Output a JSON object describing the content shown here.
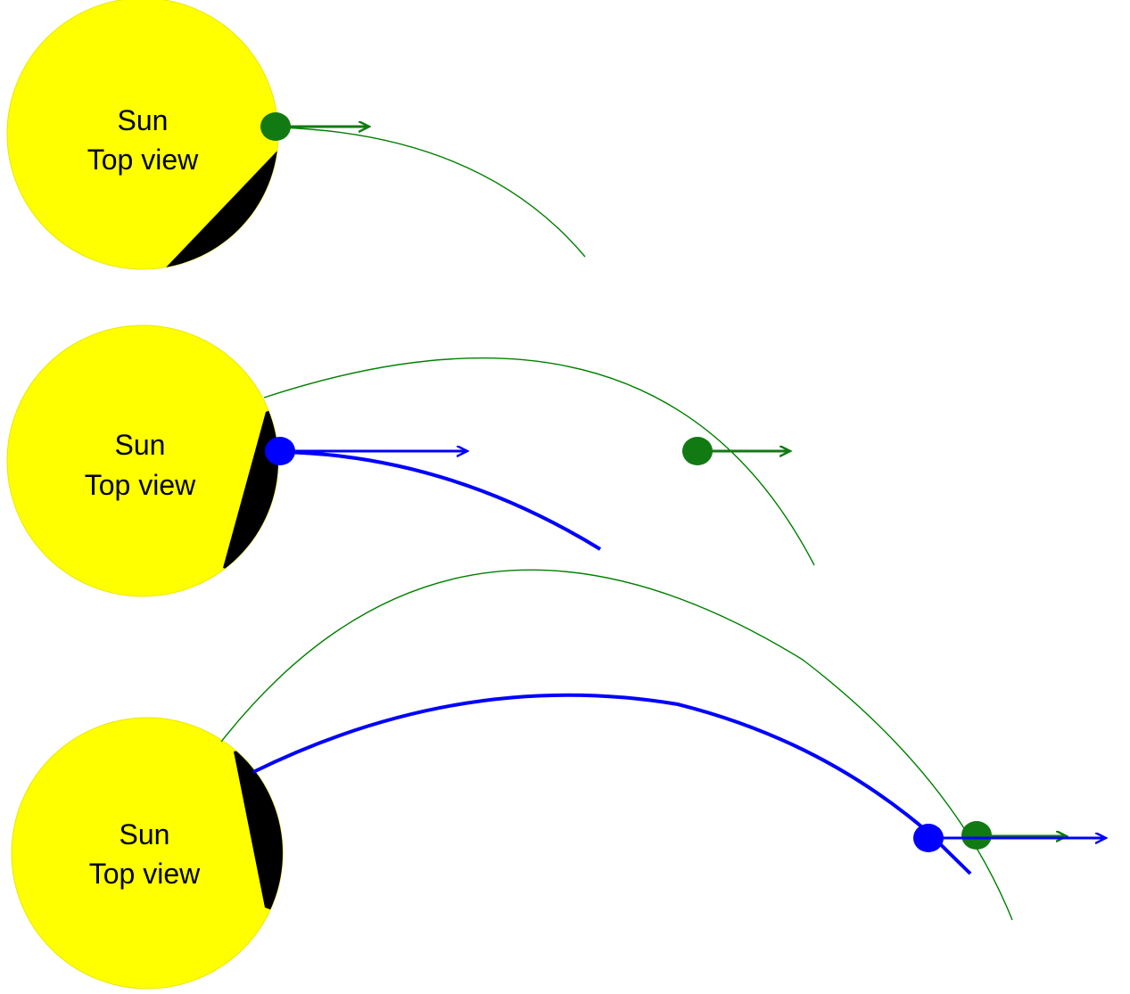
{
  "colors": {
    "sun_fill": "#FFFF00",
    "shadow_fill": "#000000",
    "green_path": "#008000",
    "green_dot": "#127A12",
    "blue": "#0000FF"
  },
  "panels": [
    {
      "label_line1": "Sun",
      "label_line2": "Top view",
      "markers": [
        "green-dot",
        "green-velocity-arrow"
      ]
    },
    {
      "label_line1": "Sun",
      "label_line2": "Top view",
      "markers": [
        "blue-dot",
        "blue-velocity-arrow",
        "green-dot",
        "green-velocity-arrow"
      ]
    },
    {
      "label_line1": "Sun",
      "label_line2": "Top view",
      "markers": [
        "blue-dot",
        "blue-velocity-arrow",
        "green-dot",
        "green-velocity-arrow"
      ]
    }
  ]
}
